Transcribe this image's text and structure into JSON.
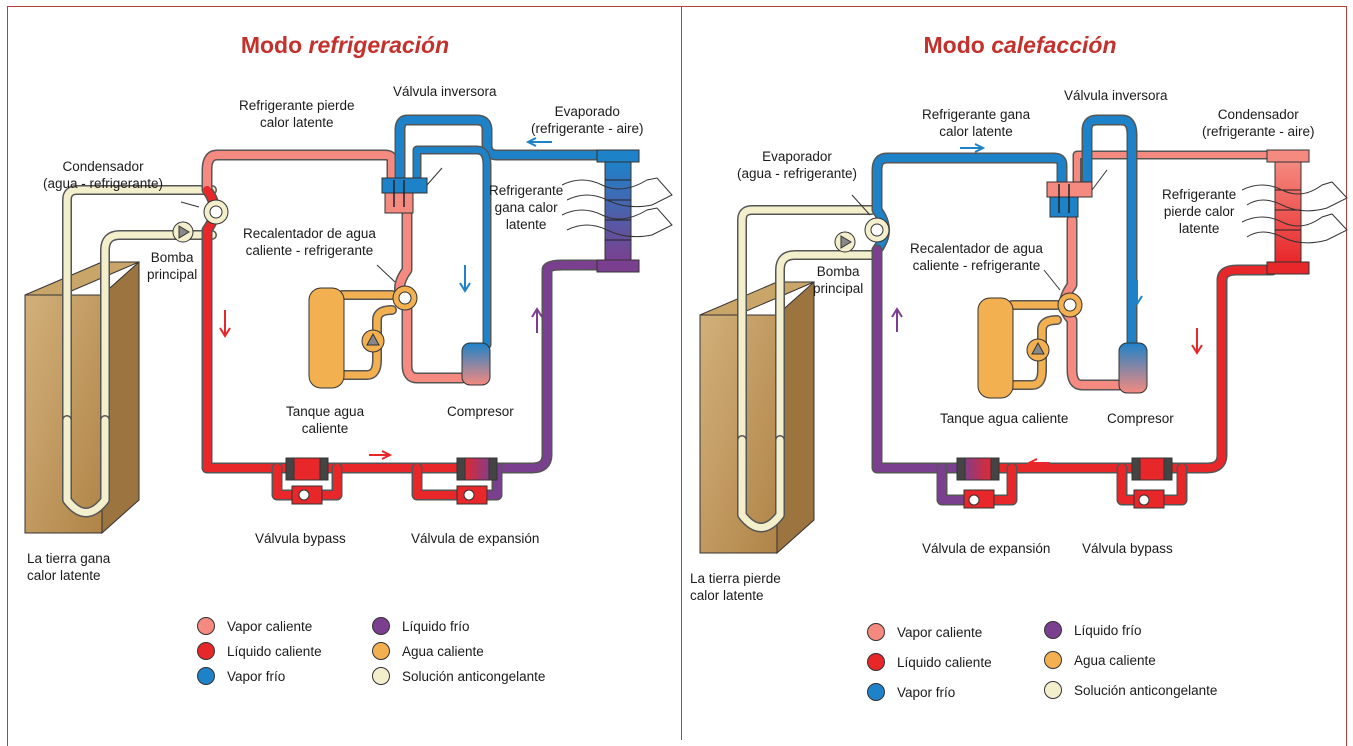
{
  "colors": {
    "vapor_caliente": "#f48a80",
    "liquido_caliente": "#e8272a",
    "vapor_frio": "#1e82c8",
    "liquido_frio": "#7b3f8f",
    "agua_caliente": "#f2b050",
    "solucion_anticongelante": "#f3efcc",
    "frame": "#b5413a",
    "title": "#c4312d"
  },
  "cooling": {
    "title_prefix": "Modo ",
    "title_mode": "refrigeración",
    "labels": {
      "refrigerante_pierde": [
        "Refrigerante pierde",
        "calor latente"
      ],
      "valvula_inversora": "Válvula inversora",
      "evaporado": [
        "Evaporado",
        "(refrigerante - aire)"
      ],
      "condensador": [
        "Condensador",
        "(agua - refrigerante)"
      ],
      "bomba": [
        "Bomba",
        "principal"
      ],
      "recalentador": [
        "Recalentador de agua",
        "caliente - refrigerante"
      ],
      "refrigerante_gana": [
        "Refrigerante",
        "gana calor",
        "latente"
      ],
      "tanque": [
        "Tanque agua",
        "caliente"
      ],
      "compresor": "Compresor",
      "valvula_bypass": "Válvula bypass",
      "valvula_expansion": "Válvula de expansión",
      "tierra": [
        "La tierra gana",
        "calor latente"
      ]
    }
  },
  "heating": {
    "title_prefix": "Modo ",
    "title_mode": "calefacción",
    "labels": {
      "refrigerante_gana": [
        "Refrigerante gana",
        "calor latente"
      ],
      "valvula_inversora": "Válvula inversora",
      "condensador": [
        "Condensador",
        "(refrigerante - aire)"
      ],
      "evaporador": [
        "Evaporador",
        "(agua - refrigerante)"
      ],
      "bomba": [
        "Bomba",
        "principal"
      ],
      "recalentador": [
        "Recalentador de agua",
        "caliente - refrigerante"
      ],
      "refrigerante_pierde": [
        "Refrigerante",
        "pierde calor",
        "latente"
      ],
      "tanque": "Tanque agua caliente",
      "compresor": "Compresor",
      "valvula_expansion": "Válvula de expansión",
      "valvula_bypass": "Válvula bypass",
      "tierra": [
        "La tierra pierde",
        "calor latente"
      ]
    }
  },
  "legend": [
    {
      "label": "Vapor caliente",
      "color": "#f48a80"
    },
    {
      "label": "Líquido caliente",
      "color": "#e8272a"
    },
    {
      "label": "Vapor frío",
      "color": "#1e82c8"
    },
    {
      "label": "Líquido frío",
      "color": "#7b3f8f"
    },
    {
      "label": "Agua caliente",
      "color": "#f2b050"
    },
    {
      "label": "Solución anticongelante",
      "color": "#f3efcc"
    }
  ]
}
